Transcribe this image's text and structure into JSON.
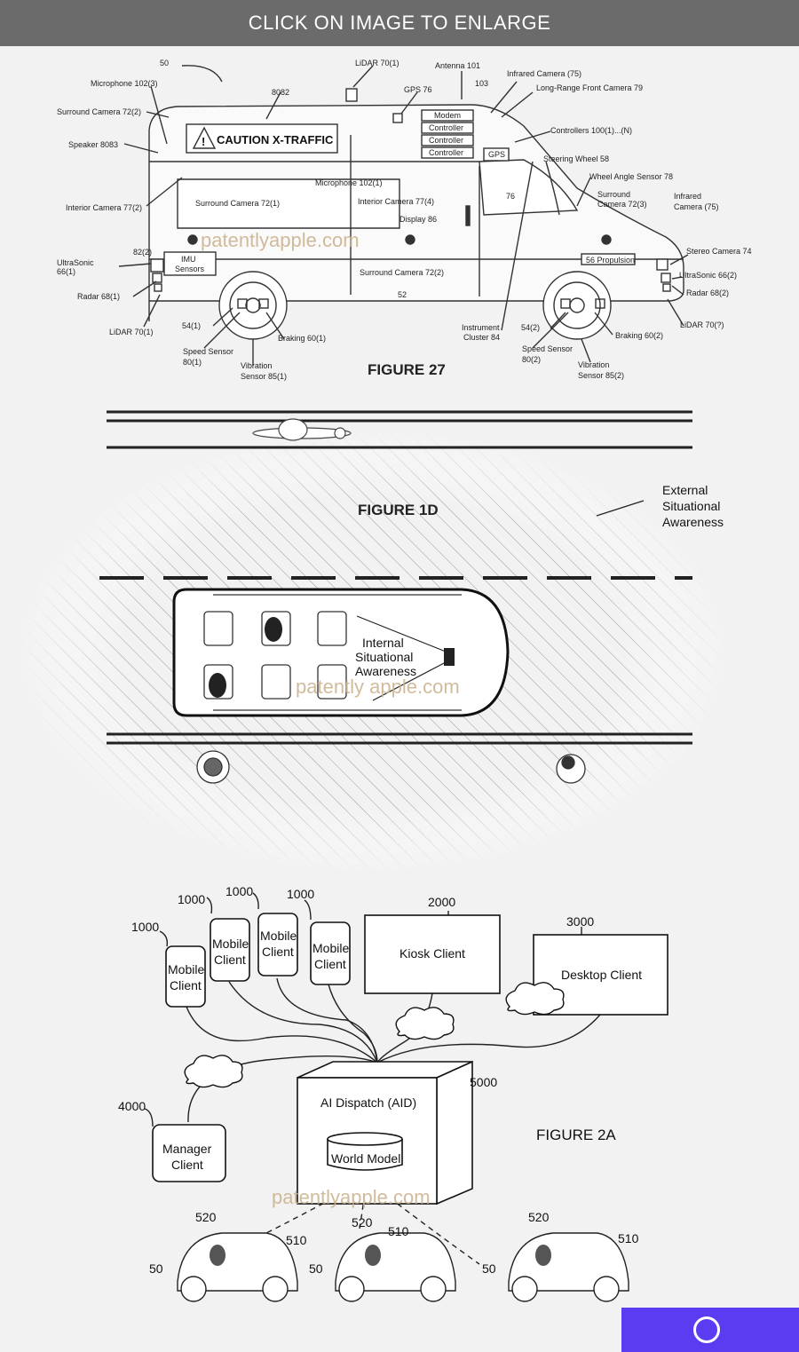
{
  "banner": {
    "text": "CLICK ON IMAGE TO ENLARGE"
  },
  "watermark": "patentlyapple.com",
  "watermark_spaced": "patently apple.com",
  "fig27": {
    "title": "FIGURE 27",
    "caution": "CAUTION X-TRAFFIC",
    "labels": {
      "l50": "50",
      "lidar_top": "LiDAR 70(1)",
      "antenna": "Antenna 101",
      "l103": "103",
      "infrared_top": "Infrared Camera (75)",
      "long_range": "Long-Range Front Camera 79",
      "mic_top": "Microphone 102(3)",
      "l8082": "8082",
      "gps76": "GPS 76",
      "surround_72_2_top": "Surround Camera 72(2)",
      "speaker": "Speaker 8083",
      "modem": "Modem",
      "controller": "Controller",
      "controllers_n": "Controllers 100(1)...(N)",
      "gps_box": "GPS",
      "steering": "Steering Wheel 58",
      "wheel_angle": "Wheel Angle Sensor 78",
      "mic_mid": "Microphone 102(1)",
      "interior_77_2": "Interior Camera 77(2)",
      "surround_72_1": "Surround Camera 72(1)",
      "interior_77_4": "Interior Camera 77(4)",
      "display": "Display 86",
      "l76": "76",
      "surround_72_3a": "Surround",
      "surround_72_3b": "Camera 72(3)",
      "infrared_r1": "Infrared",
      "infrared_r2": "Camera (75)",
      "stereo": "Stereo Camera 74",
      "l82": "82(2)",
      "imu1": "IMU",
      "imu2": "Sensors",
      "ultra_l1": "UltraSonic",
      "ultra_l2": "66(1)",
      "surround_72_2_b": "Surround Camera 72(2)",
      "propulsion": "56 Propulsion",
      "ultra_r": "UltraSonic 66(2)",
      "radar_l": "Radar 68(1)",
      "l52": "52",
      "radar_r": "Radar 68(2)",
      "lidar_l": "LiDAR 70(1)",
      "l54_1": "54(1)",
      "braking_1": "Braking 60(1)",
      "instr1": "Instrument",
      "instr2": "Cluster 84",
      "l54_2": "54(2)",
      "braking_2": "Braking 60(2)",
      "lidar_r": "LiDAR 70(?)",
      "speed1a": "Speed Sensor",
      "speed1b": "80(1)",
      "vib1a": "Vibration",
      "vib1b": "Sensor 85(1)",
      "speed2a": "Speed Sensor",
      "speed2b": "80(2)",
      "vib2a": "Vibration",
      "vib2b": "Sensor 85(2)"
    }
  },
  "fig1d": {
    "title": "FIGURE 1D",
    "external1": "External",
    "external2": "Situational",
    "external3": "Awareness",
    "internal1": "Internal",
    "internal2": "Situational",
    "internal3": "Awareness"
  },
  "fig2a": {
    "title": "FIGURE 2A",
    "mobile1": "Mobile",
    "mobile2": "Client",
    "n1000": "1000",
    "n2000": "2000",
    "n3000": "3000",
    "n4000": "4000",
    "n5000": "5000",
    "n520": "520",
    "n510": "510",
    "n50": "50",
    "kiosk": "Kiosk Client",
    "desktop": "Desktop Client",
    "manager1": "Manager",
    "manager2": "Client",
    "aid": "AI Dispatch (AID)",
    "world": "World Model"
  }
}
